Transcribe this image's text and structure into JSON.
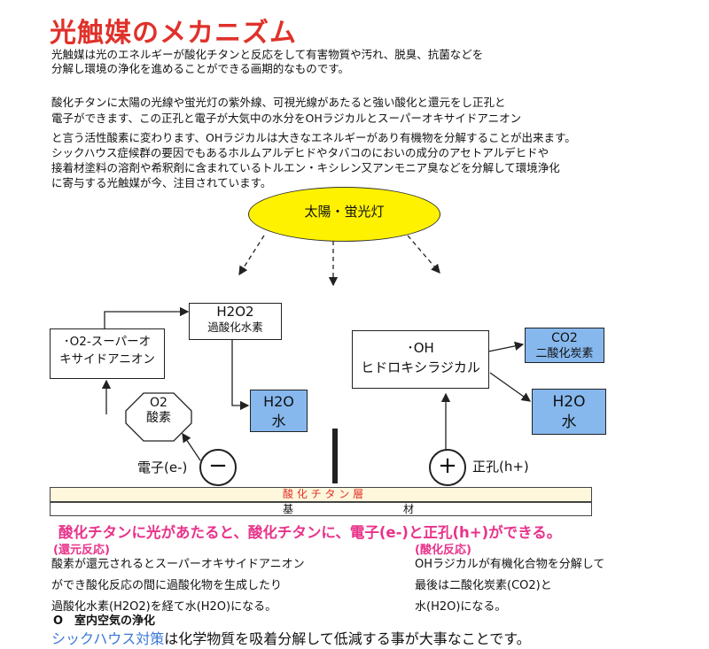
{
  "title": "光触媒のメカニズム",
  "intro": [
    "光触媒は光のエネルギーが酸化チタンと反応をして有害物質や汚れ、脱臭、抗菌などを",
    "分解し環境の浄化を進めることができる画期的なものです。"
  ],
  "body": [
    "酸化チタンに太陽の光線や蛍光灯の紫外線、可視光線があたると強い酸化と還元をし正孔と",
    "電子ができます、この正孔と電子が大気中の水分をOHラジカルとスーパーオキサイドアニオン",
    "と言う活性酸素に変わります、OHラジカルは大きなエネルギーがあり有機物を分解することが出来ます。",
    "シックハウス症候群の要因でもあるホルムアルデヒドやタバコのにおいの成分のアセトアルデヒドや",
    "接着材塗料の溶剤や希釈剤に含まれているトルエン・キシレン又アンモニア臭などを分解して環境浄化",
    "に寄与する光触媒が今、注目されています。"
  ],
  "diagram": {
    "sun": "太陽・蛍光灯",
    "h2o2_line1": "H2O2",
    "h2o2_line2": "過酸化水素",
    "superoxide_line1": "･O2-スーパーオ",
    "superoxide_line2": "キサイドアニオン",
    "o2_line1": "O2",
    "o2_line2": "酸素",
    "h2o_left_line1": "H2O",
    "h2o_left_line2": "水",
    "oh_line1": "･OH",
    "oh_line2": "ヒドロキシラジカル",
    "co2_line1": "CO2",
    "co2_line2": "二酸化炭素",
    "h2o_right_line1": "H2O",
    "h2o_right_line2": "水",
    "electron_label": "電子(e-)",
    "electron_symbol": "−",
    "hole_label": "正孔(h+)",
    "hole_symbol": "+",
    "layer_tio2": "酸 化 チ タ ン 層",
    "layer_base_left": "基",
    "layer_base_right": "材"
  },
  "headline": "酸化チタンに光があたると、酸化チタンに、電子(e-)と正孔(h+)ができる。",
  "reduction": {
    "heading": "(還元反応)",
    "lines": [
      "酸素が還元されるとスーパーオキサイドアニオン",
      "ができ酸化反応の間に過酸化物を生成したり",
      "過酸化水素(H2O2)を経て水(H2O)になる。"
    ]
  },
  "oxidation": {
    "heading": "(酸化反応)",
    "lines": [
      "OHラジカルが有機化合物を分解して",
      "最後は二酸化炭素(CO2)と",
      "水(H2O)になる。"
    ]
  },
  "purify_heading": "O　室内空気の浄化",
  "footer_link": "シックハウス対策",
  "footer_rest": "は化学物質を吸着分解して低減する事が大事なことです。",
  "colors": {
    "title": "#e0312a",
    "headline": "#e8338a",
    "sun": "#fff200",
    "product_boxes": "#86b8ee",
    "link": "#3a78d6"
  }
}
